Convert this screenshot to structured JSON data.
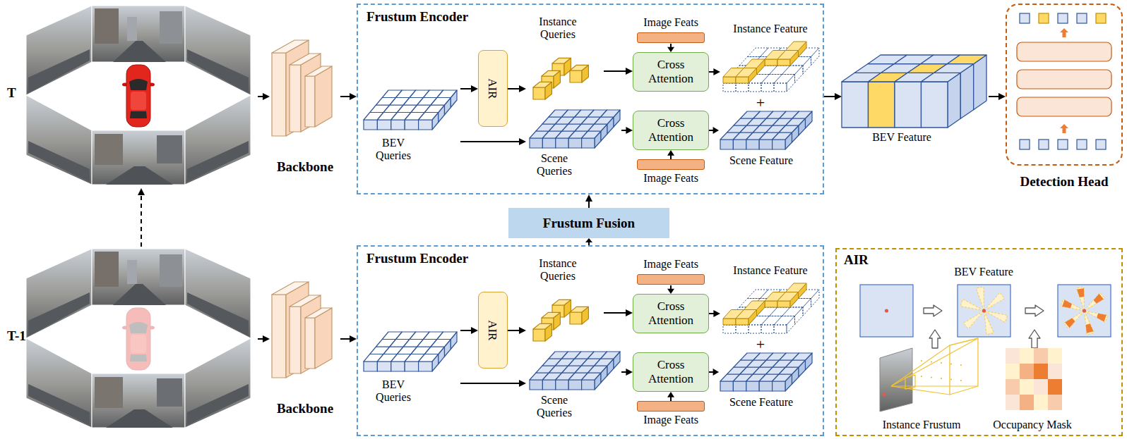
{
  "diagram": {
    "nodes": [
      {
        "text": [
          "T"
        ]
      },
      {
        "text": [
          "Backbone"
        ]
      },
      {
        "text": [
          "Frustum Encoder"
        ]
      },
      {
        "text": [
          "BEV Queries"
        ],
        "in": 2
      },
      {
        "text": [
          "AIR"
        ],
        "in": 2
      },
      {
        "text": [
          "Instance Queries"
        ],
        "in": 2
      },
      {
        "text": [
          "Scene Queries"
        ],
        "in": 2
      },
      {
        "text": [
          "Image Feats"
        ],
        "in": 2
      },
      {
        "text": [
          "Cross Attention"
        ],
        "in": 2
      },
      {
        "text": [
          "Instance Feature"
        ],
        "in": 2
      },
      {
        "text": [
          "Cross Attention"
        ],
        "in": 2
      },
      {
        "text": [
          "Image Feats"
        ],
        "in": 2
      },
      {
        "text": [
          "Scene Feature"
        ],
        "in": 2
      },
      {
        "text": [
          "BEV Feature"
        ]
      },
      {
        "text": [
          "Detection Head"
        ]
      },
      {
        "text": [
          "Frustum Fusion"
        ]
      },
      {
        "text": [
          "T-1"
        ]
      },
      {
        "text": [
          "Backbone"
        ]
      },
      {
        "text": [
          "Frustum Encoder"
        ]
      },
      {
        "text": [
          "BEV Queries"
        ],
        "in": 18
      },
      {
        "text": [
          "AIR"
        ],
        "in": 18
      },
      {
        "text": [
          "Instance Queries"
        ],
        "in": 18
      },
      {
        "text": [
          "Scene Queries"
        ],
        "in": 18
      },
      {
        "text": [
          "Image Feats"
        ],
        "in": 18
      },
      {
        "text": [
          "Cross Attention"
        ],
        "in": 18
      },
      {
        "text": [
          "Instance Feature"
        ],
        "in": 18
      },
      {
        "text": [
          "Cross Attention"
        ],
        "in": 18
      },
      {
        "text": [
          "Image Feats"
        ],
        "in": 18
      },
      {
        "text": [
          "Scene Feature"
        ],
        "in": 18
      },
      {
        "text": [
          "AIR"
        ]
      }
    ],
    "edges": [
      {
        "from": 0,
        "to": 1,
        "arrow": "to"
      },
      {
        "from": 1,
        "to": 2,
        "arrow": "to"
      },
      {
        "from": 3,
        "to": 4,
        "arrow": "to"
      },
      {
        "from": 4,
        "to": 5,
        "arrow": "to"
      },
      {
        "from": 3,
        "to": 6,
        "arrow": "to"
      },
      {
        "from": 5,
        "to": 8,
        "arrow": "to"
      },
      {
        "from": 7,
        "to": 8,
        "arrow": "to"
      },
      {
        "from": 8,
        "to": 9,
        "arrow": "to"
      },
      {
        "from": 6,
        "to": 10,
        "arrow": "to"
      },
      {
        "from": 11,
        "to": 10,
        "arrow": "to"
      },
      {
        "from": 10,
        "to": 12,
        "arrow": "to"
      },
      {
        "from": 2,
        "to": 13,
        "arrow": "to"
      },
      {
        "from": 13,
        "to": 14,
        "arrow": "to"
      },
      {
        "from": 16,
        "to": 0,
        "arrow": "to"
      },
      {
        "from": 16,
        "to": 17,
        "arrow": "to"
      },
      {
        "from": 17,
        "to": 18,
        "arrow": "to"
      },
      {
        "from": 19,
        "to": 20,
        "arrow": "to"
      },
      {
        "from": 20,
        "to": 21,
        "arrow": "to"
      },
      {
        "from": 19,
        "to": 22,
        "arrow": "to"
      },
      {
        "from": 21,
        "to": 24,
        "arrow": "to"
      },
      {
        "from": 23,
        "to": 24,
        "arrow": "to"
      },
      {
        "from": 24,
        "to": 25,
        "arrow": "to"
      },
      {
        "from": 22,
        "to": 26,
        "arrow": "to"
      },
      {
        "from": 27,
        "to": 26,
        "arrow": "to"
      },
      {
        "from": 26,
        "to": 28,
        "arrow": "to"
      },
      {
        "from": 18,
        "to": 15,
        "arrow": "to"
      },
      {
        "from": 15,
        "to": 2,
        "arrow": "to"
      }
    ],
    "labels": [
      "+",
      "+",
      "BEV Feature",
      "Instance Frustum",
      "Occupancy Mask"
    ]
  }
}
